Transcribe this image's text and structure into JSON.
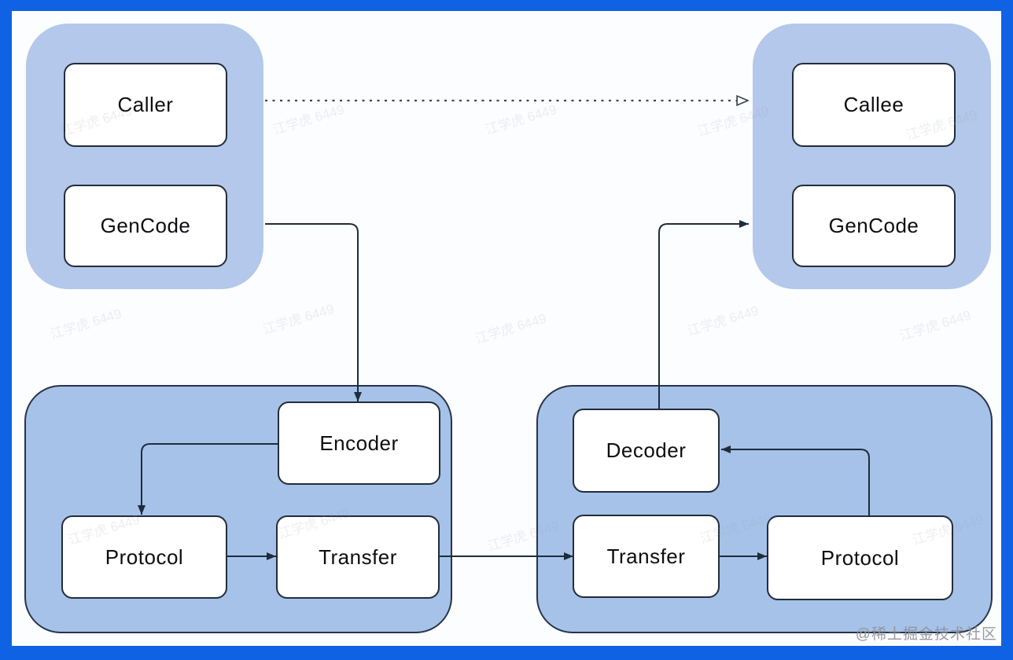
{
  "diagram": {
    "title_semantic": "rpc-call-flow-diagram",
    "groups": {
      "caller": {
        "boxes": {
          "caller": "Caller",
          "gencode": "GenCode"
        }
      },
      "callee": {
        "boxes": {
          "callee": "Callee",
          "gencode": "GenCode"
        }
      },
      "encode": {
        "boxes": {
          "encoder": "Encoder",
          "protocol": "Protocol",
          "transfer": "Transfer"
        }
      },
      "decode": {
        "boxes": {
          "decoder": "Decoder",
          "transfer": "Transfer",
          "protocol": "Protocol"
        }
      }
    },
    "connectors": {
      "caller_to_callee_style": "dotted-open-arrow",
      "solid_style": "solid-filled-arrow"
    }
  },
  "icons": {
    "open_triangle_arrowhead": "open-triangle-arrowhead",
    "filled_arrowhead": "filled-triangle-arrowhead"
  },
  "watermarks": {
    "diagonal_text": "江学虎 6449",
    "site_credit": "@稀土掘金技术社区"
  },
  "colors": {
    "frame_blue": "#0f62e3",
    "canvas_white": "#fcfdff",
    "container_blue_top": "#b3c8ea",
    "container_blue_bottom": "#a6c2e8",
    "box_border_dark": "#222c3c",
    "arrow_dark": "#1e2c3c",
    "watermark_gray": "#97a0ae",
    "site_credit_gray": "#8b9097"
  }
}
